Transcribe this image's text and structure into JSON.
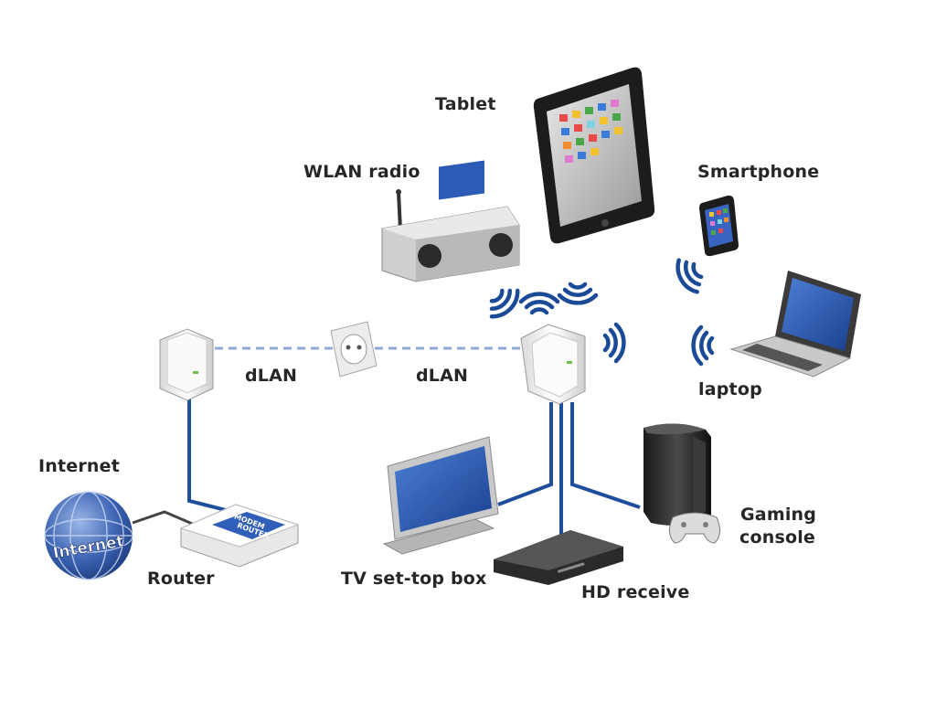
{
  "labels": {
    "tablet": "Tablet",
    "wlan_radio": "WLAN radio",
    "smartphone": "Smartphone",
    "laptop": "laptop",
    "dlan_left": "dLAN",
    "dlan_right": "dLAN",
    "internet": "Internet",
    "router": "Router",
    "tv": "TV set-top box",
    "hd_receiver": "HD receive",
    "gaming_line1": "Gaming",
    "gaming_line2": "console"
  },
  "device_text": {
    "globe": "Internet",
    "router_line1": "MODEM",
    "router_line2": "ROUTER"
  },
  "colors": {
    "cable": "#1f4f9c",
    "dlan_link": "#8fa9d6",
    "wifi_wave": "#1b4a96",
    "screen_blue": "#1d4fa8",
    "globe_blue": "#3d64b4"
  }
}
